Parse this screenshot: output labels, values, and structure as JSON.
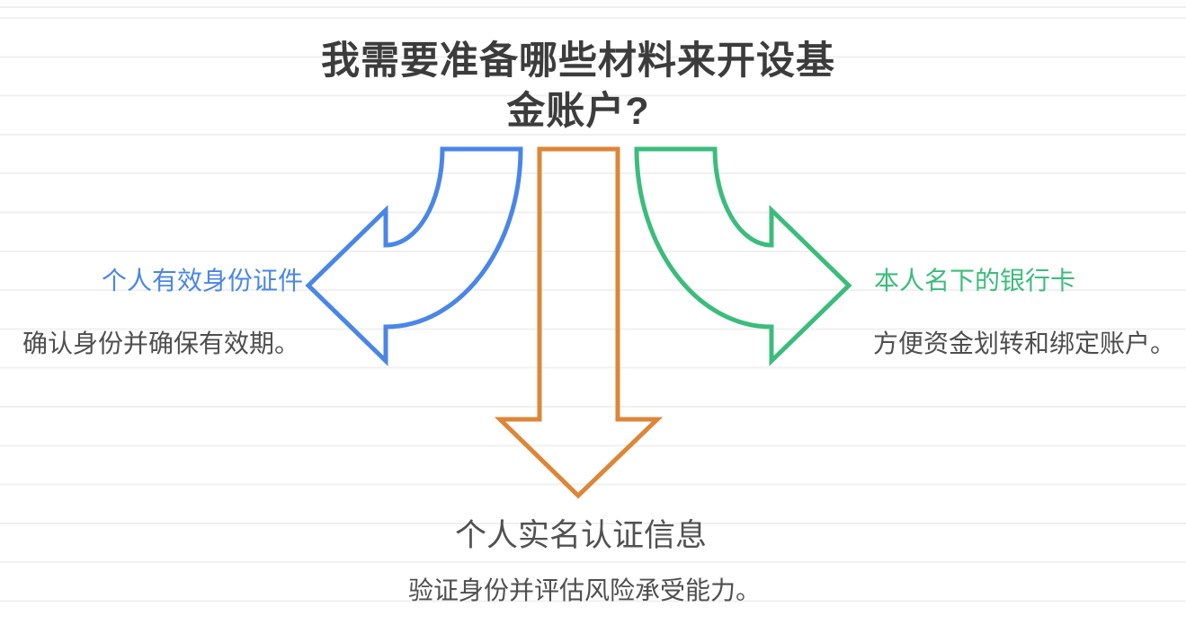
{
  "title": {
    "lines": [
      "我需要准备哪些材料来开设基",
      "金账户?"
    ]
  },
  "branches": {
    "left": {
      "direction": "left",
      "label": "个人有效身份证件",
      "description": "确认身份并确保有效期。",
      "arrow_color": "#4a86e8"
    },
    "bottom": {
      "direction": "down",
      "label": "个人实名认证信息",
      "description": "验证身份并评估风险承受能力。",
      "arrow_color": "#dd8637"
    },
    "right": {
      "direction": "right",
      "label": "本人名下的银行卡",
      "description": "方便资金划转和绑定账户。",
      "arrow_color": "#3cbc7c"
    }
  },
  "colors": {
    "title_text": "#3c3c3c",
    "heading_text": "#515151",
    "body_text": "#4e4e4e",
    "ruled_line": "#f0f0f2",
    "background": "#ffffff"
  }
}
